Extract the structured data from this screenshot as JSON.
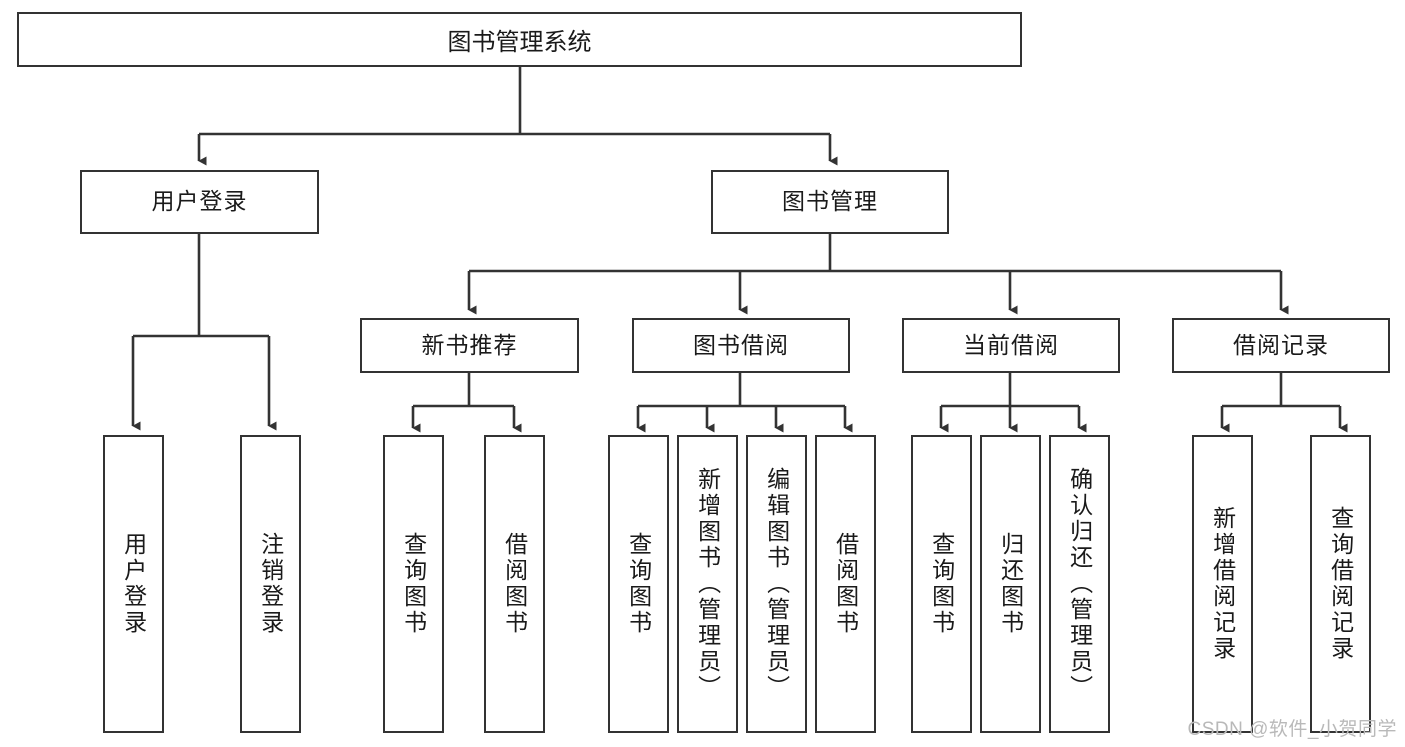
{
  "diagram": {
    "type": "tree",
    "title": "图书管理系统",
    "root": {
      "label": "图书管理系统"
    },
    "level2": [
      {
        "label": "用户登录"
      },
      {
        "label": "图书管理"
      }
    ],
    "level3": [
      {
        "label": "新书推荐"
      },
      {
        "label": "图书借阅"
      },
      {
        "label": "当前借阅"
      },
      {
        "label": "借阅记录"
      }
    ],
    "leaves": {
      "user_login": [
        {
          "label": "用户登录"
        },
        {
          "label": "注销登录"
        }
      ],
      "new_book_recommend": [
        {
          "label": "查询图书"
        },
        {
          "label": "借阅图书"
        }
      ],
      "book_borrow": [
        {
          "label": "查询图书"
        },
        {
          "label": "新增图书（管理员）"
        },
        {
          "label": "编辑图书（管理员）"
        },
        {
          "label": "借阅图书"
        }
      ],
      "current_borrow": [
        {
          "label": "查询图书"
        },
        {
          "label": "归还图书"
        },
        {
          "label": "确认归还（管理员）"
        }
      ],
      "borrow_record": [
        {
          "label": "新增借阅记录"
        },
        {
          "label": "查询借阅记录"
        }
      ]
    }
  },
  "watermark": {
    "text": "CSDN @软件_小贺同学"
  },
  "colors": {
    "stroke": "#333333",
    "background": "#ffffff",
    "text": "#1a1a1a",
    "watermark": "#b9b9b9"
  }
}
